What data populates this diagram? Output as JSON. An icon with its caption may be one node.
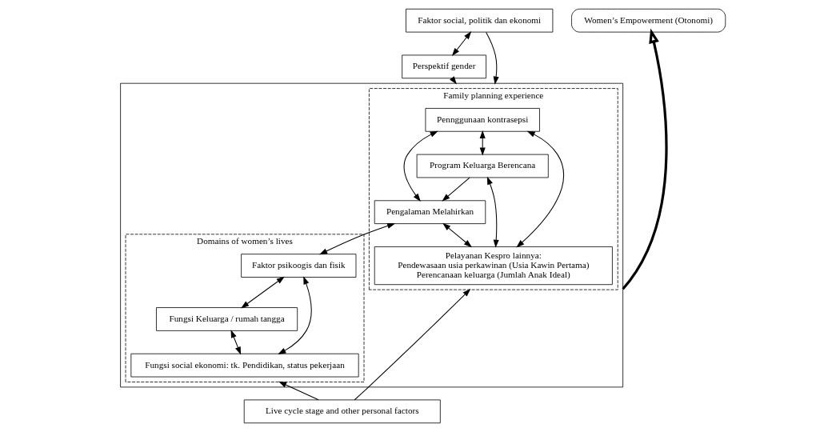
{
  "diagram": {
    "nodes": [
      {
        "text": [
          "Faktor social, politik dan ekonomi"
        ]
      },
      {
        "text": [
          "Perspektif gender"
        ]
      },
      {
        "text": [],
        "shape": "box"
      },
      {
        "text": [
          "Family planning experience"
        ],
        "in": 2
      },
      {
        "text": [
          "Pennggunaan kontrasepsi"
        ],
        "in": 3
      },
      {
        "text": [
          "Program Keluarga Berencana"
        ],
        "in": 3
      },
      {
        "text": [
          "Pengalaman Melahirkan"
        ],
        "in": 3
      },
      {
        "text": [
          "Pelayanan Kespro lainnya:",
          "Pendewasaan usia perkawinan (Usia Kawin Pertama)",
          "Perencanaan keluarga (Jumlah Anak Ideal)"
        ],
        "in": 3
      },
      {
        "text": [
          "Domains of women’s lives"
        ],
        "in": 2
      },
      {
        "text": [
          "Fungsi Keluarga / rumah tangga"
        ],
        "in": 8
      },
      {
        "text": [
          "Faktor psikoogis dan fisik"
        ],
        "in": 8
      },
      {
        "text": [
          "Fungsi social ekonomi: tk. Pendidikan, status pekerjaan"
        ],
        "in": 8
      },
      {
        "text": [
          "Women’s Empowerment (Otonomi)"
        ]
      },
      {
        "text": [
          "Live cycle stage and other personal factors"
        ]
      }
    ],
    "edges": [
      {
        "from": 0,
        "to": 1,
        "arrow": "both"
      },
      {
        "from": 0,
        "to": 2,
        "arrow": "to"
      },
      {
        "from": 1,
        "to": 2,
        "arrow": "to"
      },
      {
        "from": 4,
        "to": 5,
        "arrow": "both"
      },
      {
        "from": 4,
        "to": 6,
        "arrow": "both"
      },
      {
        "from": 4,
        "to": 7,
        "arrow": "both"
      },
      {
        "from": 5,
        "to": 6,
        "arrow": "to"
      },
      {
        "from": 5,
        "to": 7,
        "arrow": "both"
      },
      {
        "from": 6,
        "to": 7,
        "arrow": "both"
      },
      {
        "from": 6,
        "to": 10,
        "arrow": "both"
      },
      {
        "from": 10,
        "to": 9,
        "arrow": "both"
      },
      {
        "from": 9,
        "to": 11,
        "arrow": "both"
      },
      {
        "from": 10,
        "to": 11,
        "arrow": "both"
      },
      {
        "from": 2,
        "to": 12,
        "arrow": "to",
        "style": "thick"
      },
      {
        "from": 13,
        "to": 3,
        "arrow": "to"
      },
      {
        "from": 13,
        "to": 8,
        "arrow": "to"
      }
    ]
  }
}
